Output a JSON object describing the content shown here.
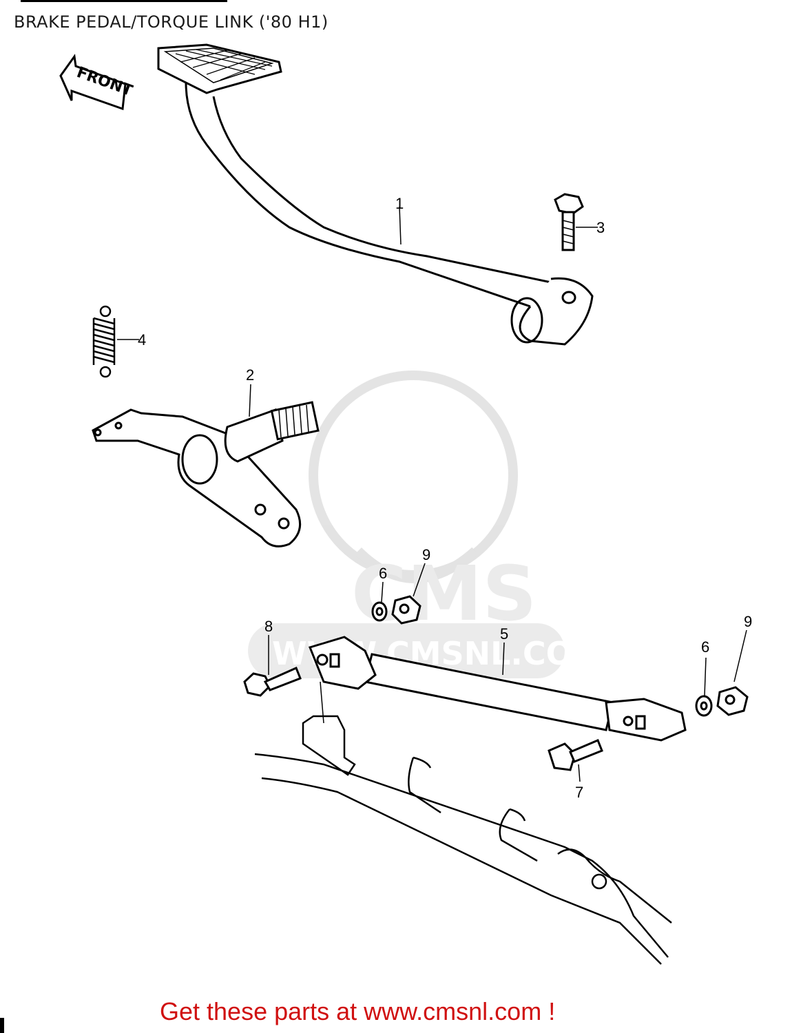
{
  "title": "BRAKE PEDAL/TORQUE LINK ('80 H1)",
  "front_arrow": "FRONT",
  "watermark": {
    "brand": "CMS",
    "url": "WWW.CMSNL.COM"
  },
  "callouts": {
    "pedal": "1",
    "shaft": "2",
    "bolt_pedal": "3",
    "spring": "4",
    "torque_link": "5",
    "washer_left": "6",
    "washer_right": "6",
    "bolt_lower": "7",
    "bolt_left": "8",
    "nut_left": "9",
    "nut_right": "9"
  },
  "footer": "Get these parts at www.cmsnl.com !"
}
